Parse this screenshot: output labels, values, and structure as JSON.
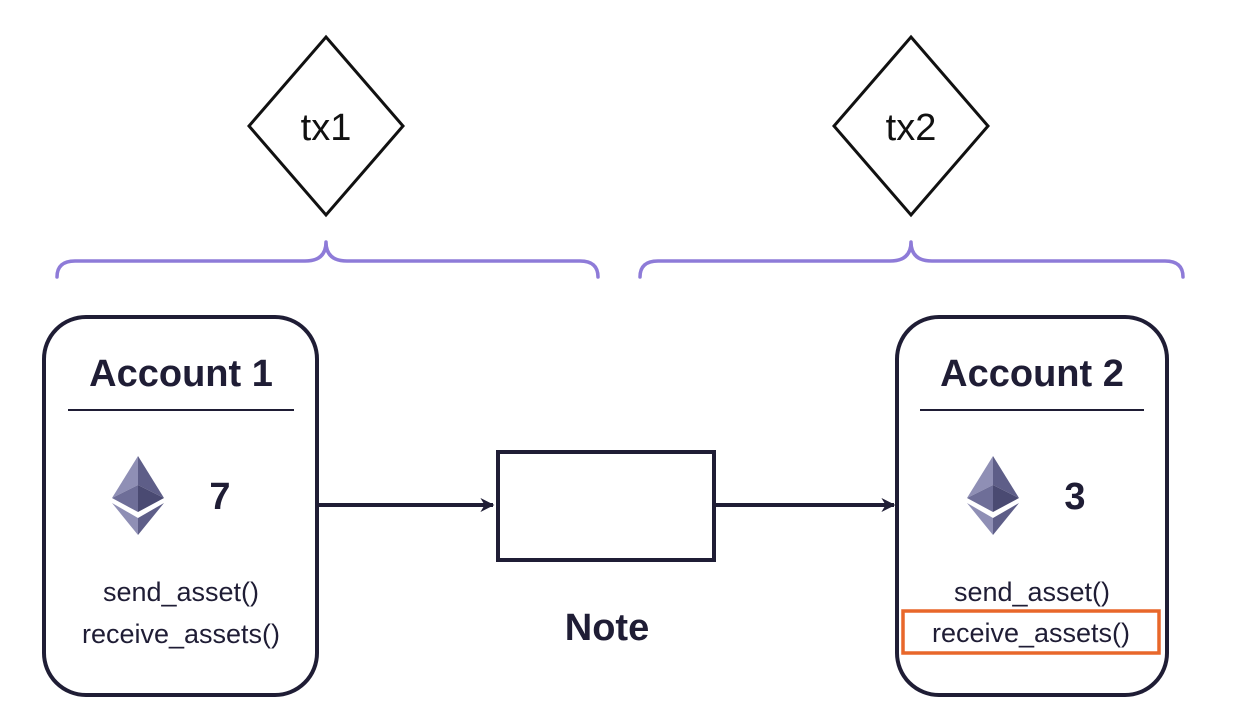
{
  "colors": {
    "ink": "#1f1d35",
    "brace": "#8e7bd8",
    "highlight": "#e8672a",
    "eth_light": "#8f8fb5",
    "eth_dark": "#5e5e88"
  },
  "transactions": [
    {
      "label": "tx1"
    },
    {
      "label": "tx2"
    }
  ],
  "accounts": [
    {
      "title": "Account 1",
      "icon": "ethereum-icon",
      "balance": "7",
      "functions": [
        "send_asset()",
        "receive_assets()"
      ],
      "highlighted_function": ""
    },
    {
      "title": "Account 2",
      "icon": "ethereum-icon",
      "balance": "3",
      "functions": [
        "send_asset()",
        "receive_assets()"
      ],
      "highlighted_function": "receive_assets()"
    }
  ],
  "note": {
    "label": "Note"
  }
}
